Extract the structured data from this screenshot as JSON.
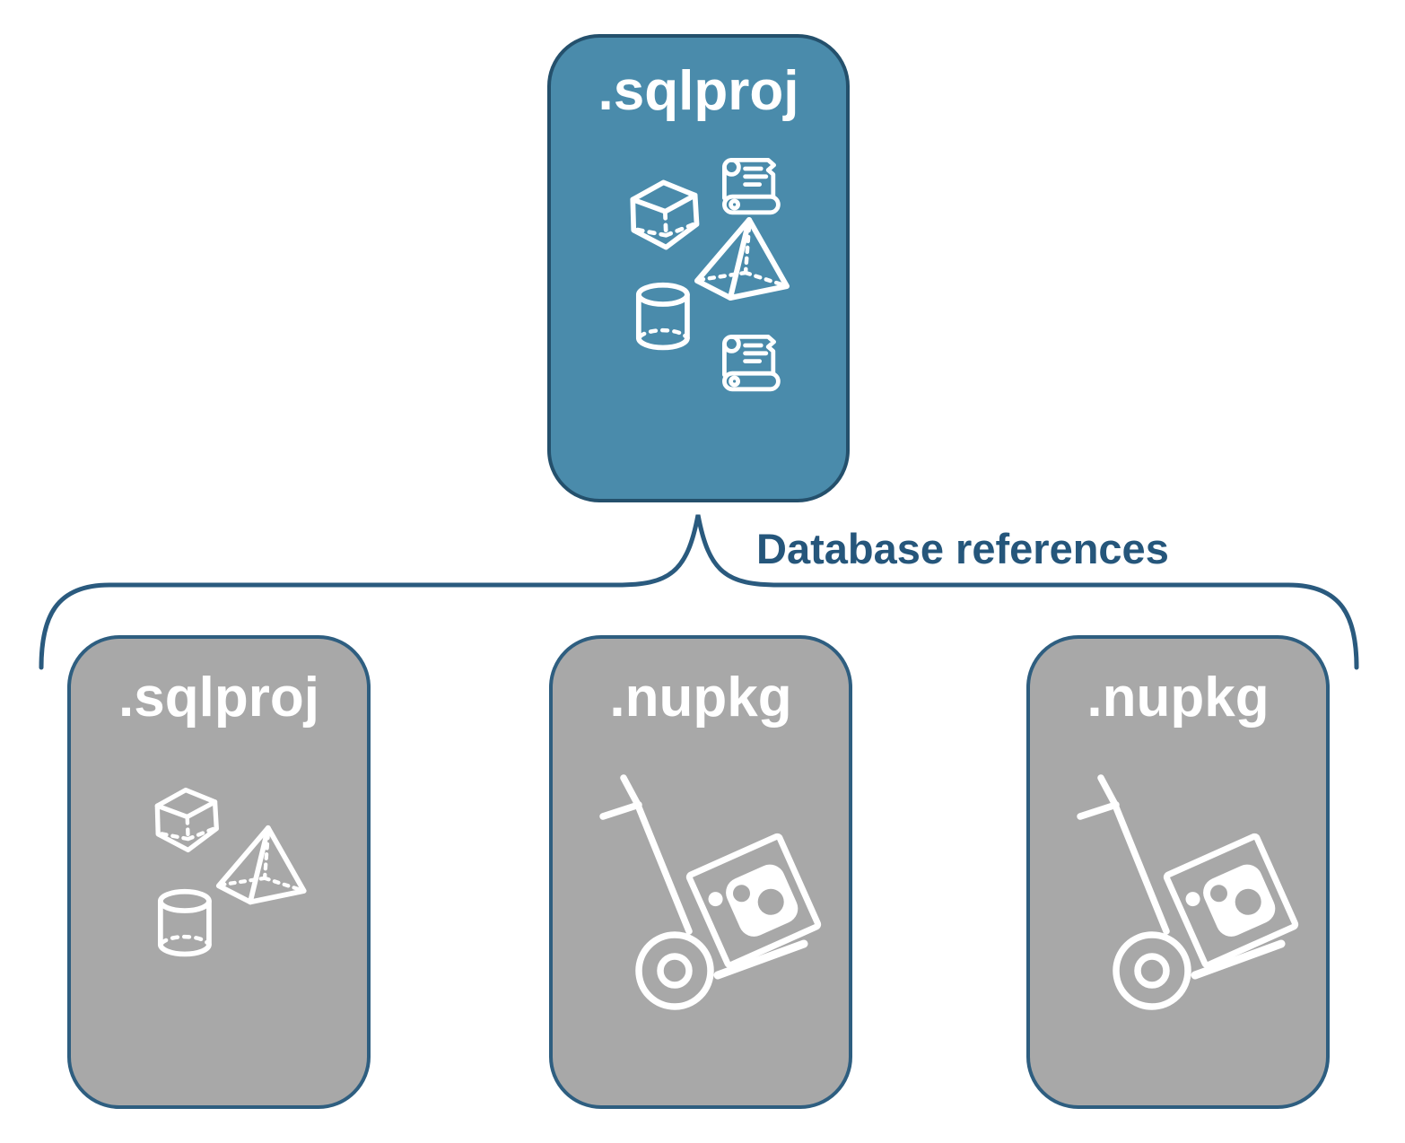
{
  "parent": {
    "label": ".sqlproj",
    "icons": [
      "script-scroll-icon",
      "cube-icon",
      "pyramid-icon",
      "cylinder-icon",
      "script-scroll-icon"
    ]
  },
  "connector": {
    "label": "Database references"
  },
  "children": [
    {
      "label": ".sqlproj",
      "icons": [
        "cube-icon",
        "pyramid-icon",
        "cylinder-icon"
      ]
    },
    {
      "label": ".nupkg",
      "icons": [
        "hand-truck-icon",
        "nuget-package-icon"
      ]
    },
    {
      "label": ".nupkg",
      "icons": [
        "hand-truck-icon",
        "nuget-package-icon"
      ]
    }
  ],
  "colors": {
    "background": "#FFFFFF",
    "parent_fill": "#4A8BAB",
    "parent_border": "#24506C",
    "child_fill": "#A8A8A8",
    "child_border": "#2E5E80",
    "connector": "#2A5A7E",
    "label_text": "#25567B",
    "title_text": "#FFFFFF",
    "icon_stroke": "#FFFFFF"
  }
}
